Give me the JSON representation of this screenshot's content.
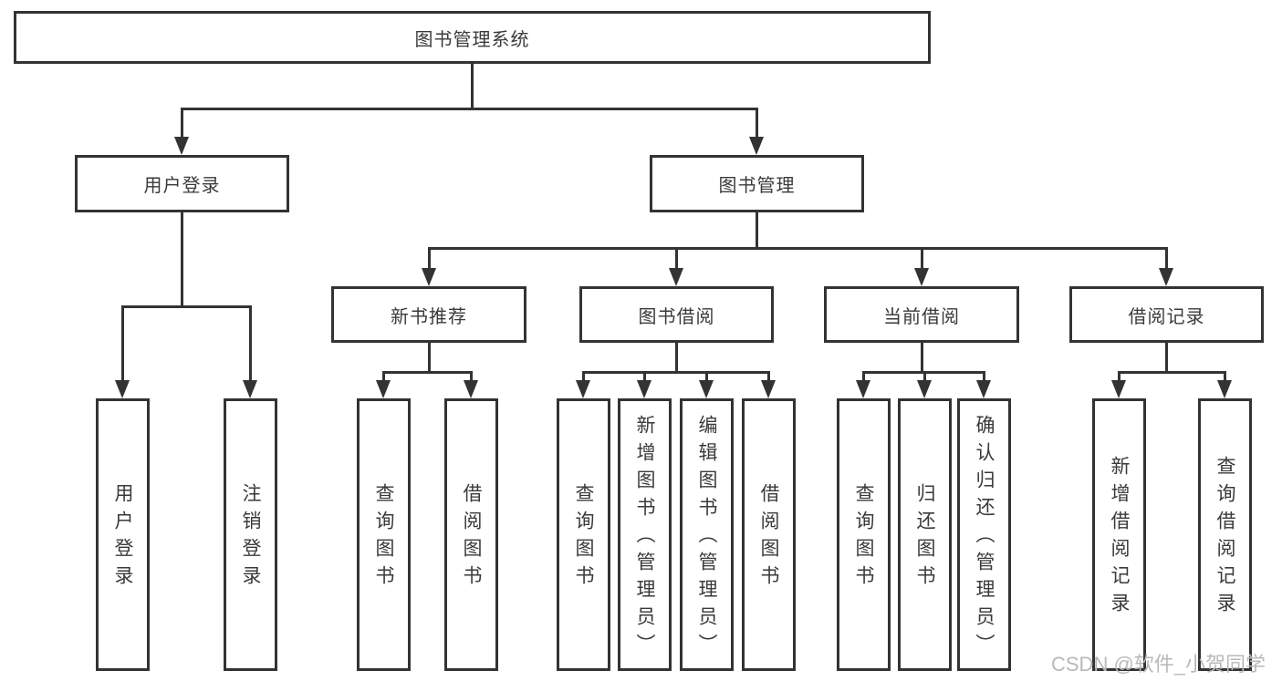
{
  "tree": {
    "root": {
      "label": "图书管理系统",
      "children": [
        {
          "label": "用户登录",
          "children": [
            {
              "label": "用户登录"
            },
            {
              "label": "注销登录"
            }
          ]
        },
        {
          "label": "图书管理",
          "children": [
            {
              "label": "新书推荐",
              "children": [
                {
                  "label": "查询图书"
                },
                {
                  "label": "借阅图书"
                }
              ]
            },
            {
              "label": "图书借阅",
              "children": [
                {
                  "label": "查询图书"
                },
                {
                  "label": "新增图书（管理员）"
                },
                {
                  "label": "编辑图书（管理员）"
                },
                {
                  "label": "借阅图书"
                }
              ]
            },
            {
              "label": "当前借阅",
              "children": [
                {
                  "label": "查询图书"
                },
                {
                  "label": "归还图书"
                },
                {
                  "label": "确认归还（管理员）"
                }
              ]
            },
            {
              "label": "借阅记录",
              "children": [
                {
                  "label": "新增借阅记录"
                },
                {
                  "label": "查询借阅记录"
                }
              ]
            }
          ]
        }
      ]
    }
  },
  "watermark": "CSDN @软件_小贺同学",
  "colors": {
    "line": "#333333",
    "text": "#3a3a3a",
    "watermark": "#b9b9b9",
    "background": "#ffffff"
  }
}
